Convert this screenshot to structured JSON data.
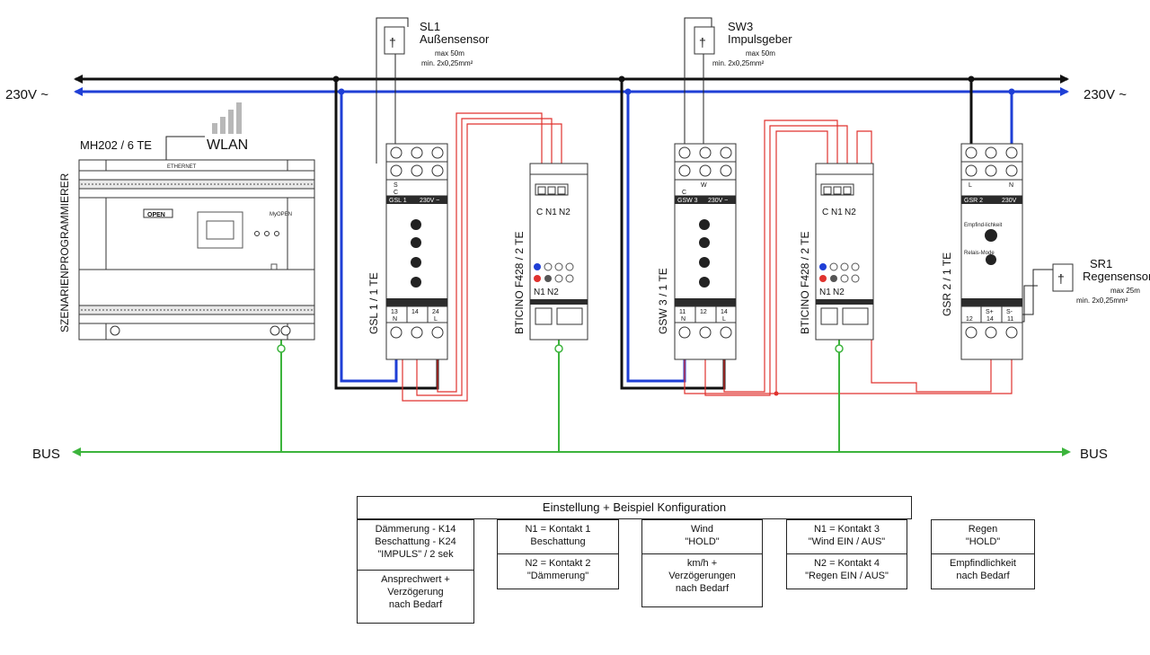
{
  "power": {
    "left": "230V ~",
    "right": "230V ~"
  },
  "bus": {
    "left": "BUS",
    "right": "BUS"
  },
  "controller": {
    "name": "MH202 / 6 TE",
    "wlan": "WLAN",
    "ethernet": "ETHERNET",
    "side_label": "SZENARIENPROGRAMMIERER",
    "logo": "OPEN",
    "brand": "MyOPEN"
  },
  "sensors": {
    "sl1": {
      "id": "SL1",
      "name": "Außensensor",
      "max": "max 50m",
      "cable": "min. 2x0,25mm²"
    },
    "sw3": {
      "id": "SW3",
      "name": "Impulsgeber",
      "max": "max 50m",
      "cable": "min. 2x0,25mm²"
    },
    "sr1": {
      "id": "SR1",
      "name": "Regensensor",
      "max": "max 25m",
      "cable": "min. 2x0,25mm²"
    }
  },
  "modules": {
    "gsl": {
      "side_label": "GSL 1 / 1 TE",
      "header": "GSL 1",
      "voltage": "230V ~",
      "top_terminals": [
        "S",
        "C"
      ],
      "bottom_terminals": [
        "13",
        "14",
        "24"
      ],
      "bottom_row2": [
        "N",
        "",
        "L"
      ]
    },
    "bticino1": {
      "side_label": "BTICINO F428 / 2 TE",
      "terms": [
        "C",
        "N1",
        "N2"
      ],
      "leds": [
        "N1",
        "N2"
      ]
    },
    "gsw": {
      "side_label": "GSW 3 / 1 TE",
      "header": "GSW 3",
      "voltage": "230V ~",
      "top_terminals": [
        "C",
        "W"
      ],
      "bottom_terminals": [
        "11",
        "12",
        "14"
      ],
      "bottom_row2": [
        "N",
        "",
        "L"
      ]
    },
    "bticino2": {
      "side_label": "BTICINO F428 / 2 TE",
      "terms": [
        "C",
        "N1",
        "N2"
      ],
      "leds": [
        "N1",
        "N2"
      ]
    },
    "gsr": {
      "side_label": "GSR 2 / 1 TE",
      "header": "GSR 2",
      "voltage": "230V",
      "top_terminals": [
        "L",
        "N"
      ],
      "bottom_terminals": [
        "12",
        "14",
        "11"
      ],
      "bottom_row1": [
        "",
        "S+",
        "S-"
      ],
      "labels": [
        "Empfind-lichkeit",
        "Relais-Mode"
      ]
    }
  },
  "config": {
    "title": "Einstellung + Beispiel Konfiguration",
    "col1_top": "Dämmerung - K14\nBeschattung - K24\n\"IMPULS\" / 2 sek",
    "col1_bottom": "Ansprechwert +\nVerzögerung\nnach Bedarf",
    "col2_top": "N1 = Kontakt 1\nBeschattung",
    "col2_bottom": "N2 = Kontakt 2\n\"Dämmerung\"",
    "col3_top": "Wind\n\"HOLD\"",
    "col3_bottom": "km/h +\nVerzögerungen\nnach Bedarf",
    "col4_top": "N1 = Kontakt 3\n\"Wind EIN / AUS\"",
    "col4_bottom": "N2 = Kontakt 4\n\"Regen EIN / AUS\"",
    "col5_top": "Regen\n\"HOLD\"",
    "col5_bottom": "Empfindlichkeit\nnach Bedarf"
  },
  "colors": {
    "L": "#111111",
    "N": "#1f3fd6",
    "relay": "#e0322e",
    "bus": "#3cb43c"
  }
}
